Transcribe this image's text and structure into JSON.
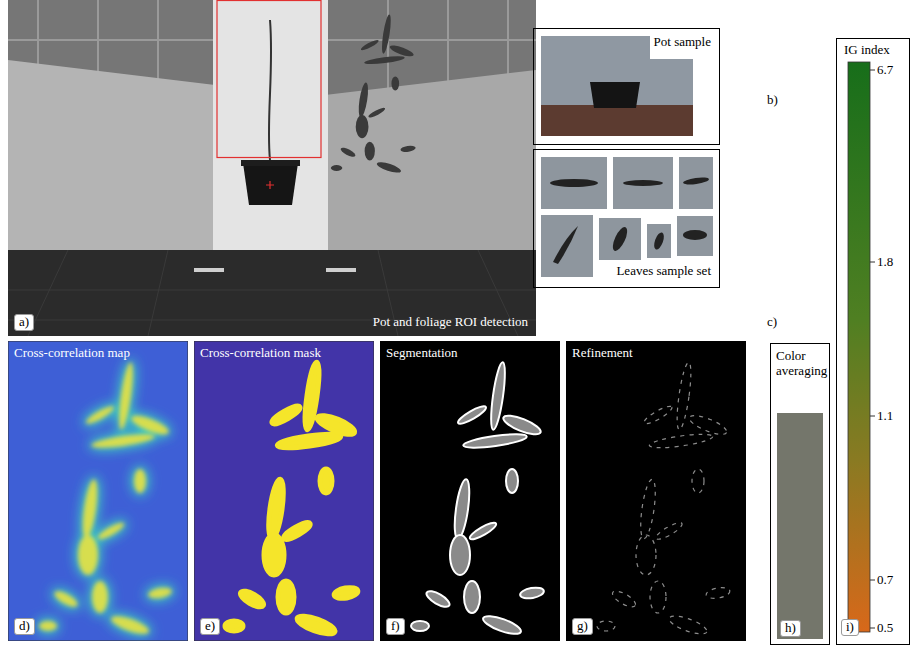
{
  "diagram": {
    "nodes": [
      {
        "text": [
          "Pot and foliage ROI detection",
          "a)"
        ]
      },
      {
        "text": [
          "Pot sample",
          "b)"
        ]
      },
      {
        "text": [
          "Leaves sample set",
          "c)"
        ]
      },
      {
        "text": [
          "Cross-correlation map",
          "d)"
        ]
      },
      {
        "text": [
          "Cross-correlation mask",
          "e)"
        ]
      },
      {
        "text": [
          "Segmentation",
          "f)"
        ]
      },
      {
        "text": [
          "Refinement",
          "g)"
        ]
      },
      {
        "text": [
          "Color averaging",
          "h)"
        ]
      },
      {
        "text": [
          "IG index",
          "i)"
        ]
      }
    ],
    "labels": [
      "6.7",
      "1.8",
      "1.1",
      "0.7",
      "0.5"
    ]
  }
}
